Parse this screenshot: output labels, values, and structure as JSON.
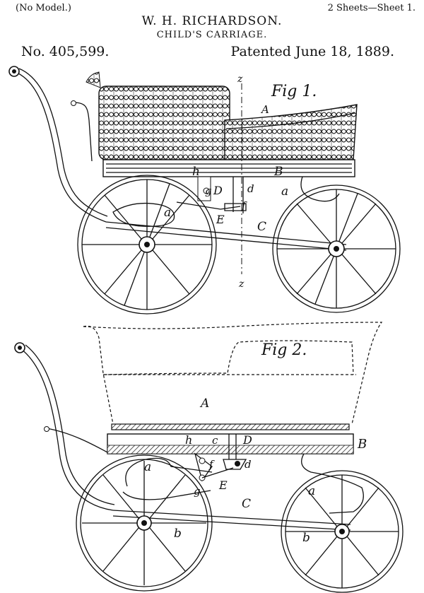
{
  "header": {
    "no_model": "(No Model.)",
    "sheets": "2 Sheets—Sheet 1.",
    "inventor": "W. H. RICHARDSON.",
    "title": "CHILD'S CARRIAGE.",
    "patent_number": "No. 405,599.",
    "patent_date": "Patented June 18, 1889."
  },
  "fig1": {
    "caption": "Fig 1.",
    "labels": {
      "z_top": "z",
      "z_bottom": "z",
      "A": "A",
      "B": "B",
      "C": "C",
      "D": "D",
      "E": "E",
      "a_right": "a",
      "a_left": "a",
      "d": "d",
      "f": "f",
      "g": "g",
      "h": "h"
    }
  },
  "fig2": {
    "caption": "Fig 2.",
    "labels": {
      "A": "A",
      "B": "B",
      "C": "C",
      "D": "D",
      "E": "E",
      "a_left": "a",
      "a_right": "a",
      "b_left": "b",
      "b_right": "b",
      "c": "c",
      "d": "d",
      "f": "f",
      "g": "g",
      "h": "h"
    }
  }
}
